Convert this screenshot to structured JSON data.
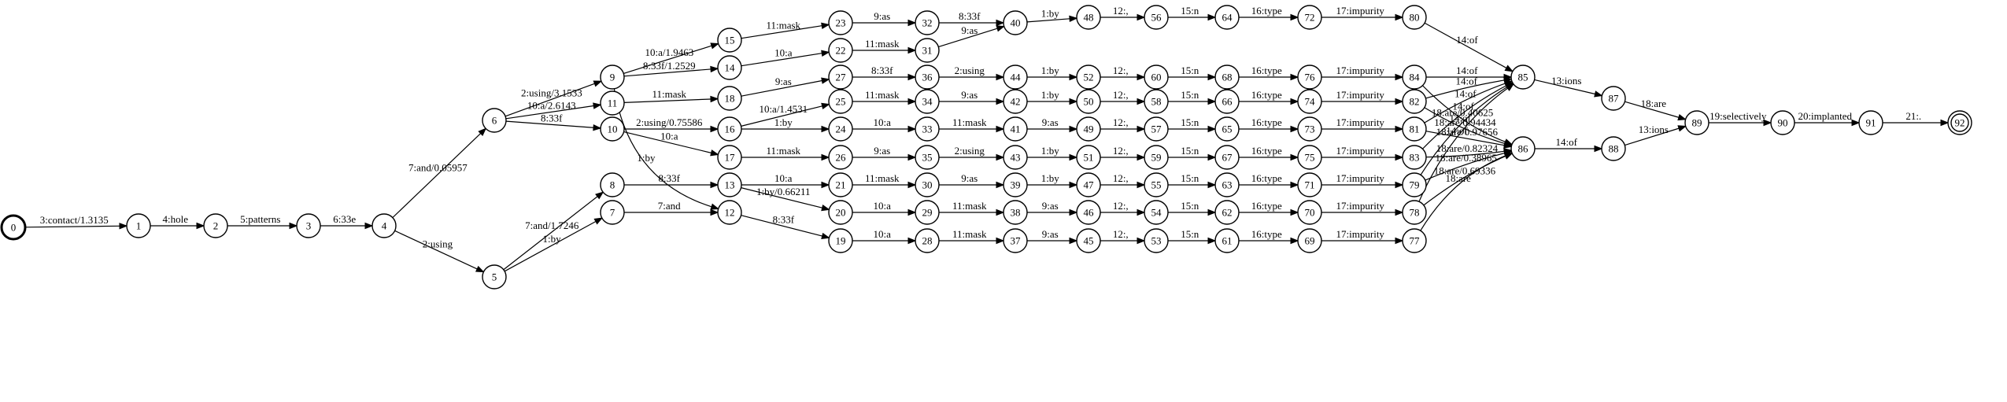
{
  "start_state": "0",
  "final_state": "92",
  "nodes": [
    {
      "id": "0"
    },
    {
      "id": "1"
    },
    {
      "id": "2"
    },
    {
      "id": "3"
    },
    {
      "id": "4"
    },
    {
      "id": "5"
    },
    {
      "id": "6"
    },
    {
      "id": "7"
    },
    {
      "id": "8"
    },
    {
      "id": "9"
    },
    {
      "id": "10"
    },
    {
      "id": "11"
    },
    {
      "id": "12"
    },
    {
      "id": "13"
    },
    {
      "id": "14"
    },
    {
      "id": "15"
    },
    {
      "id": "16"
    },
    {
      "id": "17"
    },
    {
      "id": "18"
    },
    {
      "id": "19"
    },
    {
      "id": "20"
    },
    {
      "id": "21"
    },
    {
      "id": "22"
    },
    {
      "id": "23"
    },
    {
      "id": "24"
    },
    {
      "id": "25"
    },
    {
      "id": "26"
    },
    {
      "id": "27"
    },
    {
      "id": "28"
    },
    {
      "id": "29"
    },
    {
      "id": "30"
    },
    {
      "id": "31"
    },
    {
      "id": "32"
    },
    {
      "id": "33"
    },
    {
      "id": "34"
    },
    {
      "id": "35"
    },
    {
      "id": "36"
    },
    {
      "id": "37"
    },
    {
      "id": "38"
    },
    {
      "id": "39"
    },
    {
      "id": "40"
    },
    {
      "id": "41"
    },
    {
      "id": "42"
    },
    {
      "id": "43"
    },
    {
      "id": "44"
    },
    {
      "id": "45"
    },
    {
      "id": "46"
    },
    {
      "id": "47"
    },
    {
      "id": "48"
    },
    {
      "id": "49"
    },
    {
      "id": "50"
    },
    {
      "id": "51"
    },
    {
      "id": "52"
    },
    {
      "id": "53"
    },
    {
      "id": "54"
    },
    {
      "id": "55"
    },
    {
      "id": "56"
    },
    {
      "id": "57"
    },
    {
      "id": "58"
    },
    {
      "id": "59"
    },
    {
      "id": "60"
    },
    {
      "id": "61"
    },
    {
      "id": "62"
    },
    {
      "id": "63"
    },
    {
      "id": "64"
    },
    {
      "id": "65"
    },
    {
      "id": "66"
    },
    {
      "id": "67"
    },
    {
      "id": "68"
    },
    {
      "id": "69"
    },
    {
      "id": "70"
    },
    {
      "id": "71"
    },
    {
      "id": "72"
    },
    {
      "id": "73"
    },
    {
      "id": "74"
    },
    {
      "id": "75"
    },
    {
      "id": "76"
    },
    {
      "id": "77"
    },
    {
      "id": "78"
    },
    {
      "id": "79"
    },
    {
      "id": "80"
    },
    {
      "id": "81"
    },
    {
      "id": "82"
    },
    {
      "id": "83"
    },
    {
      "id": "84"
    },
    {
      "id": "85"
    },
    {
      "id": "86"
    },
    {
      "id": "87"
    },
    {
      "id": "88"
    },
    {
      "id": "89"
    },
    {
      "id": "90"
    },
    {
      "id": "91"
    },
    {
      "id": "92"
    }
  ],
  "edges": [
    {
      "from": "0",
      "to": "1",
      "label": "3:contact/1.3135"
    },
    {
      "from": "1",
      "to": "2",
      "label": "4:hole"
    },
    {
      "from": "2",
      "to": "3",
      "label": "5:patterns"
    },
    {
      "from": "3",
      "to": "4",
      "label": "6:33e"
    },
    {
      "from": "4",
      "to": "6",
      "label": "7:and/0.05957"
    },
    {
      "from": "4",
      "to": "5",
      "label": "2:using"
    },
    {
      "from": "6",
      "to": "9",
      "label": "2:using/3.1533"
    },
    {
      "from": "6",
      "to": "11",
      "label": "10:a/2.6143"
    },
    {
      "from": "6",
      "to": "10",
      "label": "8:33f"
    },
    {
      "from": "5",
      "to": "8",
      "label": "7:and/1.7246"
    },
    {
      "from": "5",
      "to": "7",
      "label": "1:by"
    },
    {
      "from": "9",
      "to": "15",
      "label": "10:a/1.9463"
    },
    {
      "from": "9",
      "to": "14",
      "label": "8:33f/1.2529"
    },
    {
      "from": "9",
      "to": "12",
      "label": "1:by"
    },
    {
      "from": "10",
      "to": "16",
      "label": "2:using/0.75586"
    },
    {
      "from": "10",
      "to": "17",
      "label": "10:a"
    },
    {
      "from": "11",
      "to": "18",
      "label": "11:mask"
    },
    {
      "from": "8",
      "to": "13",
      "label": "8:33f"
    },
    {
      "from": "7",
      "to": "12",
      "label": "7:and"
    },
    {
      "from": "15",
      "to": "23",
      "label": "11:mask"
    },
    {
      "from": "14",
      "to": "22",
      "label": "10:a"
    },
    {
      "from": "18",
      "to": "27",
      "label": "9:as"
    },
    {
      "from": "16",
      "to": "25",
      "label": "10:a/1.4531"
    },
    {
      "from": "16",
      "to": "24",
      "label": "1:by"
    },
    {
      "from": "17",
      "to": "26",
      "label": "11:mask"
    },
    {
      "from": "13",
      "to": "21",
      "label": "10:a"
    },
    {
      "from": "13",
      "to": "20",
      "label": "1:by/0.66211"
    },
    {
      "from": "12",
      "to": "19",
      "label": "8:33f"
    },
    {
      "from": "23",
      "to": "32",
      "label": "9:as"
    },
    {
      "from": "22",
      "to": "31",
      "label": "11:mask"
    },
    {
      "from": "27",
      "to": "36",
      "label": "8:33f"
    },
    {
      "from": "25",
      "to": "34",
      "label": "11:mask"
    },
    {
      "from": "24",
      "to": "33",
      "label": "10:a"
    },
    {
      "from": "26",
      "to": "35",
      "label": "9:as"
    },
    {
      "from": "21",
      "to": "30",
      "label": "11:mask"
    },
    {
      "from": "20",
      "to": "29",
      "label": "10:a"
    },
    {
      "from": "19",
      "to": "28",
      "label": "10:a"
    },
    {
      "from": "32",
      "to": "40",
      "label": "8:33f"
    },
    {
      "from": "31",
      "to": "40",
      "label": "9:as"
    },
    {
      "from": "36",
      "to": "44",
      "label": "2:using"
    },
    {
      "from": "34",
      "to": "42",
      "label": "9:as"
    },
    {
      "from": "33",
      "to": "41",
      "label": "11:mask"
    },
    {
      "from": "35",
      "to": "43",
      "label": "2:using"
    },
    {
      "from": "30",
      "to": "39",
      "label": "9:as"
    },
    {
      "from": "29",
      "to": "38",
      "label": "11:mask"
    },
    {
      "from": "28",
      "to": "37",
      "label": "11:mask"
    },
    {
      "from": "40",
      "to": "48",
      "label": "1:by"
    },
    {
      "from": "44",
      "to": "52",
      "label": "1:by"
    },
    {
      "from": "42",
      "to": "50",
      "label": "1:by"
    },
    {
      "from": "41",
      "to": "49",
      "label": "9:as"
    },
    {
      "from": "43",
      "to": "51",
      "label": "1:by"
    },
    {
      "from": "39",
      "to": "47",
      "label": "1:by"
    },
    {
      "from": "38",
      "to": "46",
      "label": "9:as"
    },
    {
      "from": "37",
      "to": "45",
      "label": "9:as"
    },
    {
      "from": "48",
      "to": "56",
      "label": "12:,"
    },
    {
      "from": "52",
      "to": "60",
      "label": "12:,"
    },
    {
      "from": "50",
      "to": "58",
      "label": "12:,"
    },
    {
      "from": "49",
      "to": "57",
      "label": "12:,"
    },
    {
      "from": "51",
      "to": "59",
      "label": "12:,"
    },
    {
      "from": "47",
      "to": "55",
      "label": "12:,"
    },
    {
      "from": "46",
      "to": "54",
      "label": "12:,"
    },
    {
      "from": "45",
      "to": "53",
      "label": "12:,"
    },
    {
      "from": "56",
      "to": "64",
      "label": "15:n"
    },
    {
      "from": "60",
      "to": "68",
      "label": "15:n"
    },
    {
      "from": "58",
      "to": "66",
      "label": "15:n"
    },
    {
      "from": "57",
      "to": "65",
      "label": "15:n"
    },
    {
      "from": "59",
      "to": "67",
      "label": "15:n"
    },
    {
      "from": "55",
      "to": "63",
      "label": "15:n"
    },
    {
      "from": "54",
      "to": "62",
      "label": "15:n"
    },
    {
      "from": "53",
      "to": "61",
      "label": "15:n"
    },
    {
      "from": "64",
      "to": "72",
      "label": "16:type"
    },
    {
      "from": "68",
      "to": "76",
      "label": "16:type"
    },
    {
      "from": "66",
      "to": "74",
      "label": "16:type"
    },
    {
      "from": "65",
      "to": "73",
      "label": "16:type"
    },
    {
      "from": "67",
      "to": "75",
      "label": "16:type"
    },
    {
      "from": "63",
      "to": "71",
      "label": "16:type"
    },
    {
      "from": "62",
      "to": "70",
      "label": "16:type"
    },
    {
      "from": "61",
      "to": "69",
      "label": "16:type"
    },
    {
      "from": "72",
      "to": "80",
      "label": "17:impurity"
    },
    {
      "from": "76",
      "to": "84",
      "label": "17:impurity"
    },
    {
      "from": "74",
      "to": "82",
      "label": "17:impurity"
    },
    {
      "from": "73",
      "to": "81",
      "label": "17:impurity"
    },
    {
      "from": "75",
      "to": "83",
      "label": "17:impurity"
    },
    {
      "from": "71",
      "to": "79",
      "label": "17:impurity"
    },
    {
      "from": "70",
      "to": "78",
      "label": "17:impurity"
    },
    {
      "from": "69",
      "to": "77",
      "label": "17:impurity"
    },
    {
      "from": "80",
      "to": "85",
      "label": "14:of"
    },
    {
      "from": "84",
      "to": "85",
      "label": "14:of"
    },
    {
      "from": "82",
      "to": "85",
      "label": "14:of"
    },
    {
      "from": "81",
      "to": "85",
      "label": "14:of"
    },
    {
      "from": "83",
      "to": "85",
      "label": "14:of"
    },
    {
      "from": "79",
      "to": "85",
      "label": "14:of"
    },
    {
      "from": "78",
      "to": "85",
      "label": "14:of"
    },
    {
      "from": "84",
      "to": "86",
      "label": "18:are/0.40625"
    },
    {
      "from": "82",
      "to": "86",
      "label": "18:are/0.94434"
    },
    {
      "from": "81",
      "to": "86",
      "label": "18:are/0.97656"
    },
    {
      "from": "83",
      "to": "86",
      "label": "18:are/0.82324"
    },
    {
      "from": "79",
      "to": "86",
      "label": "18:are/0.38965"
    },
    {
      "from": "78",
      "to": "86",
      "label": "18:are/0.69336"
    },
    {
      "from": "77",
      "to": "86",
      "label": "18:are"
    },
    {
      "from": "85",
      "to": "87",
      "label": "13:ions"
    },
    {
      "from": "86",
      "to": "88",
      "label": "14:of"
    },
    {
      "from": "87",
      "to": "89",
      "label": "18:are"
    },
    {
      "from": "88",
      "to": "89",
      "label": "13:ions"
    },
    {
      "from": "89",
      "to": "90",
      "label": "19:selectively"
    },
    {
      "from": "90",
      "to": "91",
      "label": "20:implanted"
    },
    {
      "from": "91",
      "to": "92",
      "label": "21:."
    }
  ]
}
